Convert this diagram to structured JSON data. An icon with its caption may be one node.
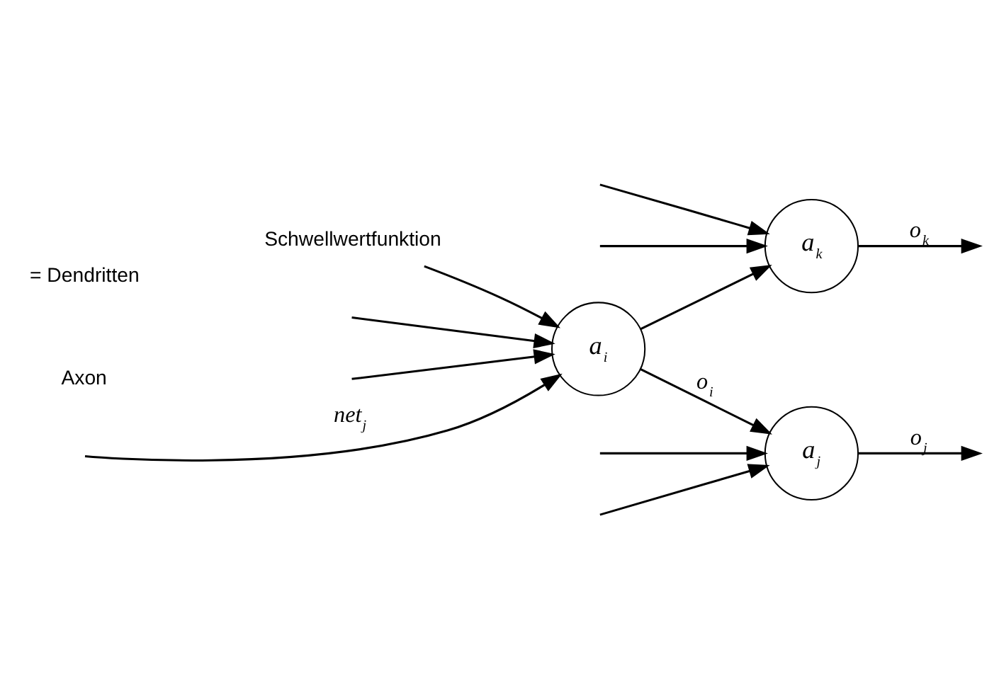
{
  "diagram": {
    "nodes": [
      {
        "text": [
          "a$_{i}$"
        ]
      },
      {
        "text": [
          "a$_{k}$"
        ]
      },
      {
        "text": [
          "a$_{j}$"
        ]
      },
      {
        "text": [
          "Schwellwertfunktion"
        ]
      }
    ],
    "edges": [
      {
        "from": null,
        "to": 0,
        "arrow": "to"
      },
      {
        "from": null,
        "to": 0,
        "arrow": "to"
      },
      {
        "from": null,
        "to": 0,
        "arrow": "to",
        "label": "net$_{j}$"
      },
      {
        "from": 3,
        "to": 0,
        "arrow": "to"
      },
      {
        "from": 0,
        "to": 1,
        "arrow": "to"
      },
      {
        "from": 0,
        "to": 2,
        "arrow": "to",
        "label": "o$_{i}$"
      },
      {
        "from": null,
        "to": 1,
        "arrow": "to"
      },
      {
        "from": null,
        "to": 1,
        "arrow": "to"
      },
      {
        "from": 1,
        "to": null,
        "arrow": "to",
        "label": "o$_{k}$"
      },
      {
        "from": null,
        "to": 2,
        "arrow": "to"
      },
      {
        "from": null,
        "to": 2,
        "arrow": "to"
      },
      {
        "from": 2,
        "to": null,
        "arrow": "to",
        "label": "o$_{j}$"
      }
    ],
    "labels": [
      "Axon",
      "= Dendritten"
    ]
  }
}
